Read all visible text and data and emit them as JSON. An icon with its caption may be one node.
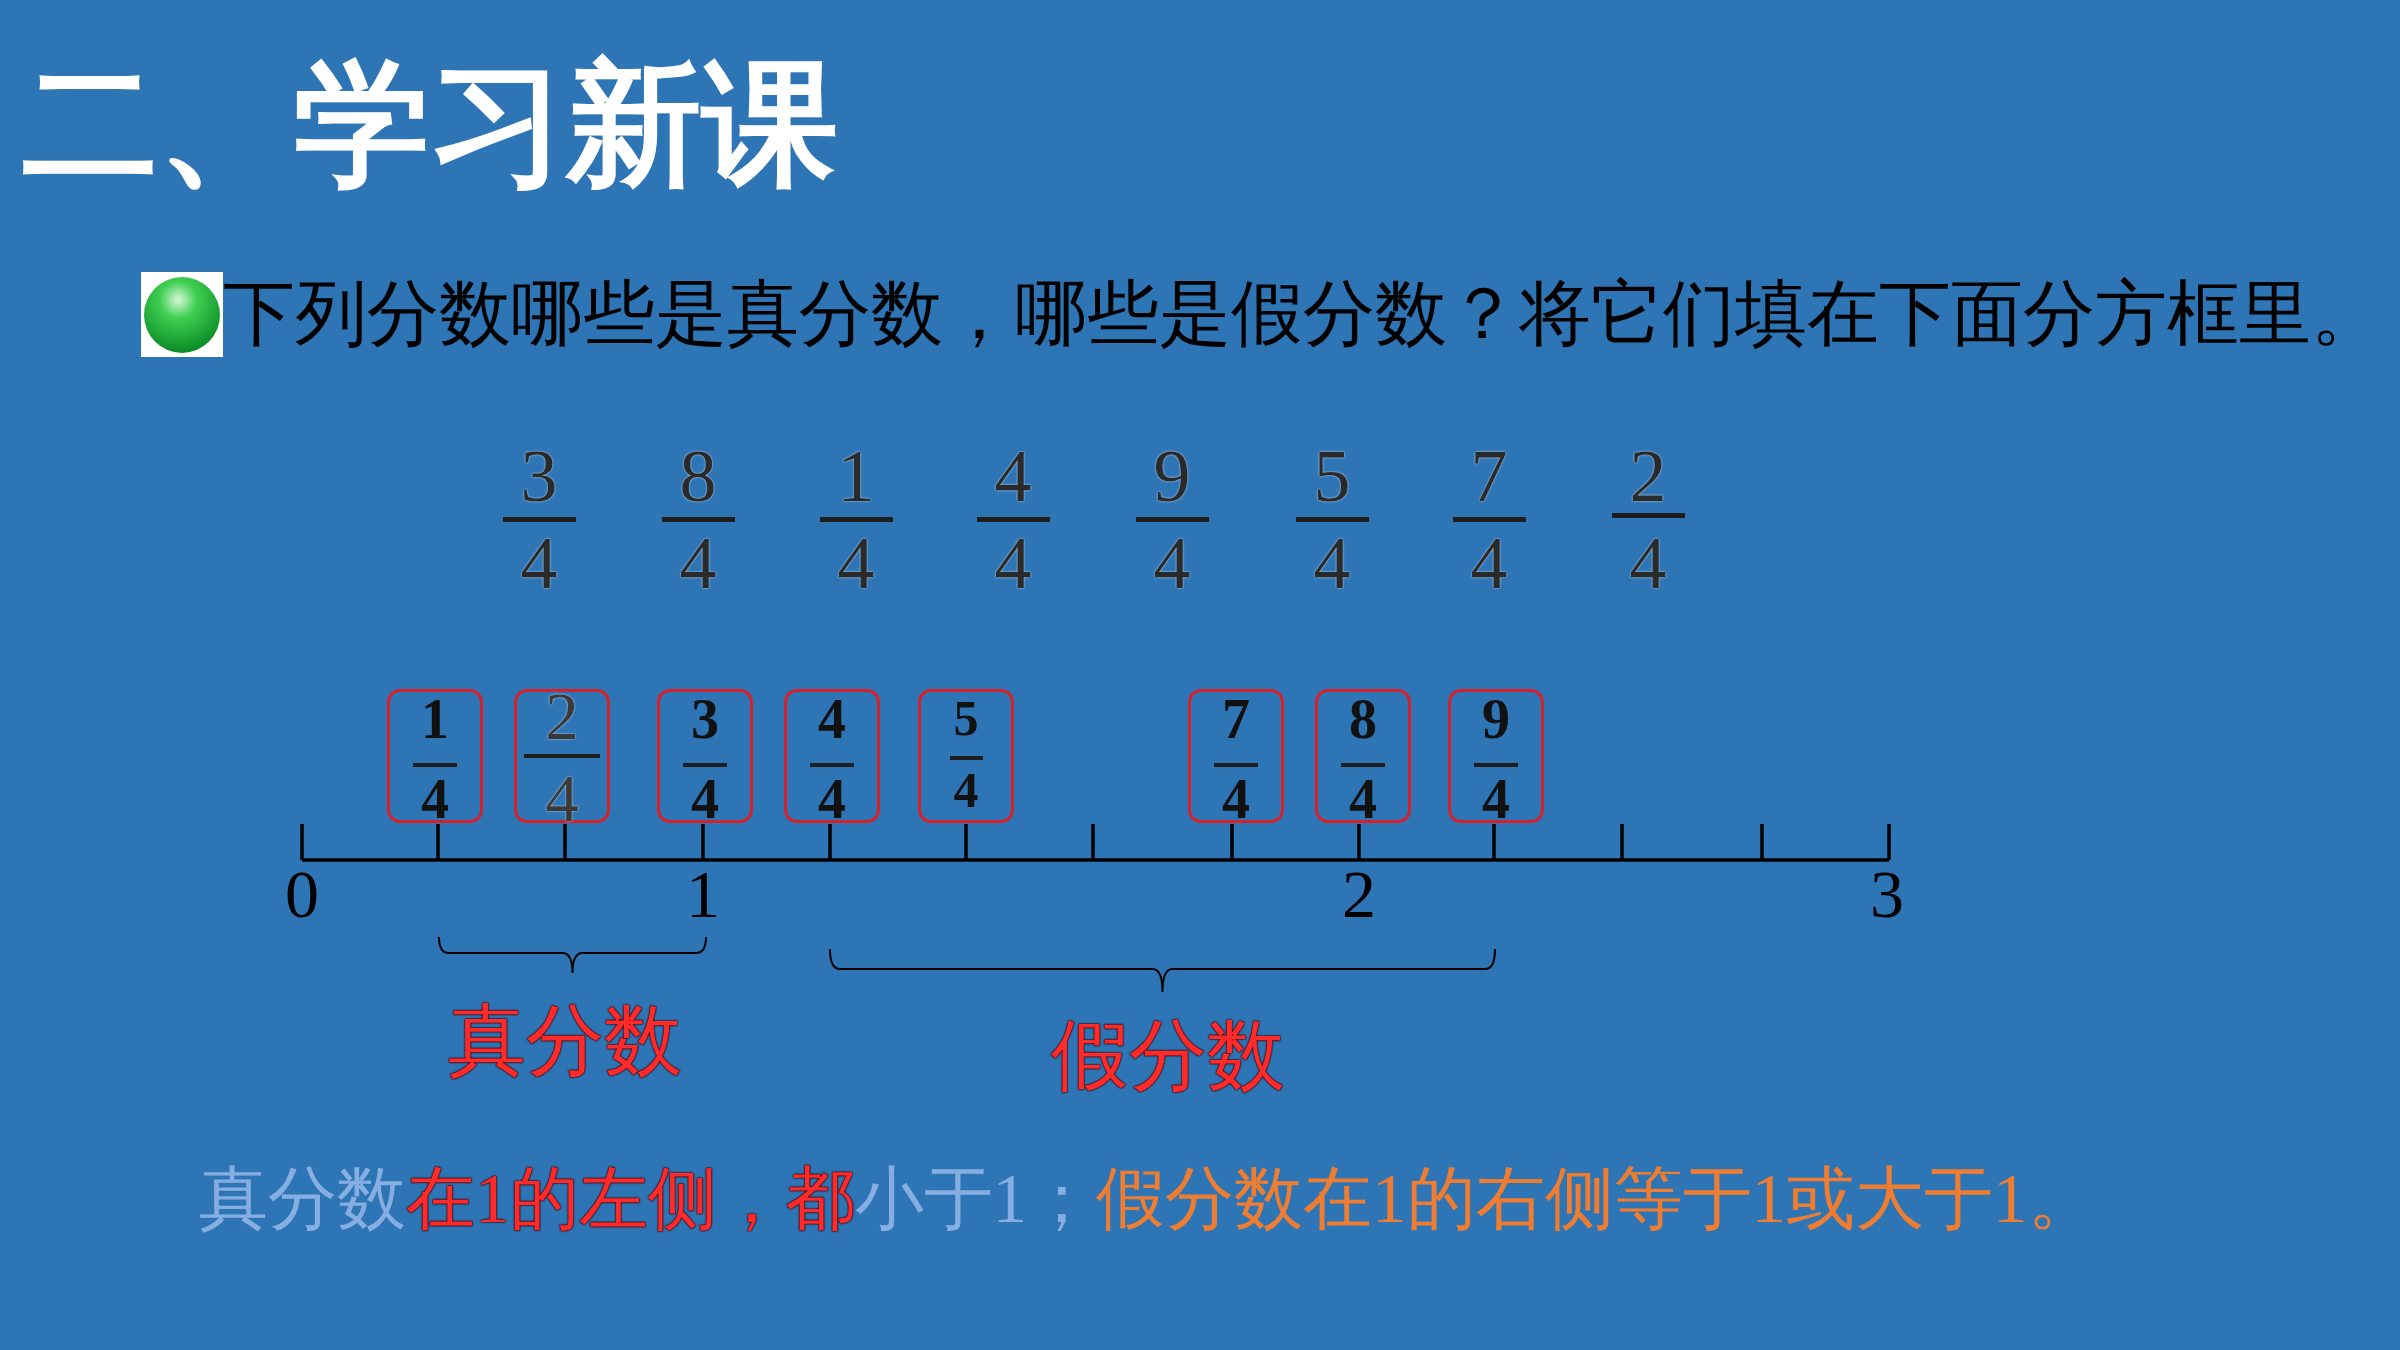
{
  "diagram": {
    "title": "二、学习新课",
    "nodes": [
      {
        "text": [
          "1",
          "4"
        ]
      },
      {
        "text": [
          "2",
          "4"
        ]
      },
      {
        "text": [
          "3",
          "4"
        ]
      },
      {
        "text": [
          "4",
          "4"
        ]
      },
      {
        "text": [
          "5",
          "4"
        ]
      },
      {
        "text": [
          "7",
          "4"
        ]
      },
      {
        "text": [
          "8",
          "4"
        ]
      },
      {
        "text": [
          "9",
          "4"
        ]
      }
    ],
    "labels": [
      "下列分数哪些是真分数，哪些是假分数？将它们填在下面分方框里。",
      "3",
      "4",
      "8",
      "4",
      "1",
      "4",
      "4",
      "4",
      "9",
      "4",
      "5",
      "4",
      "7",
      "4",
      "2",
      "4",
      "0",
      "1",
      "2",
      "3",
      "真分数",
      "假分数",
      "真分数",
      "在1的左侧，都",
      "小于1；",
      "假分数在1的右侧等于1或大于1。"
    ]
  }
}
